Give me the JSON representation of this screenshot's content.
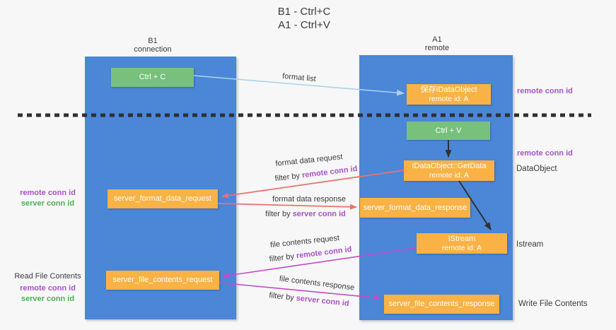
{
  "title": {
    "line1": "B1 - Ctrl+C",
    "line2": "A1 - Ctrl+V"
  },
  "colors": {
    "bg": "#f7f7f7",
    "lane": "#4b86d7",
    "green-fill": "#77c17d",
    "orange-fill": "#f9b245",
    "arrow-blue": "#a9d2ee",
    "arrow-red": "#e8736f",
    "arrow-magenta": "#c64bc6",
    "arrow-black": "#303030",
    "text-dark": "#3c3c3c",
    "text-purple": "#a952c8",
    "text-green": "#4fae55"
  },
  "lanes": {
    "left": {
      "name": "B1",
      "role": "connection"
    },
    "right": {
      "name": "A1",
      "role": "remote"
    }
  },
  "nodes": {
    "ctrl_c": {
      "label": "Ctrl + C"
    },
    "saved_dataobject": {
      "line1": "保存IDataObject",
      "line2": "remote id: A"
    },
    "ctrl_v": {
      "label": "Ctrl + V"
    },
    "getdata": {
      "line1": "IDataObject::GetData",
      "line2": "remote id: A"
    },
    "format_request": {
      "label": "server_format_data_request"
    },
    "format_response": {
      "label": "server_format_data_response"
    },
    "istream": {
      "line1": "IStream",
      "line2": "remote id: A"
    },
    "file_request": {
      "label": "server_file_contents_request"
    },
    "file_response": {
      "label": "server_file_contents_response"
    }
  },
  "flow_labels": {
    "format_list": "format list",
    "format_data_request": "format data request",
    "format_data_response": "format data response",
    "file_contents_request": "file contents request",
    "file_contents_response": "file contents response",
    "filter_by": "filter by",
    "remote_conn_id": "remote conn id",
    "server_conn_id": "server conn id"
  },
  "side_labels": {
    "remote_conn_id": "remote conn id",
    "server_conn_id": "server conn id",
    "dataobject": "DataObject",
    "istream": "Istream",
    "read_file_contents": "Read File Contents",
    "write_file_contents": "Write File Contents"
  }
}
